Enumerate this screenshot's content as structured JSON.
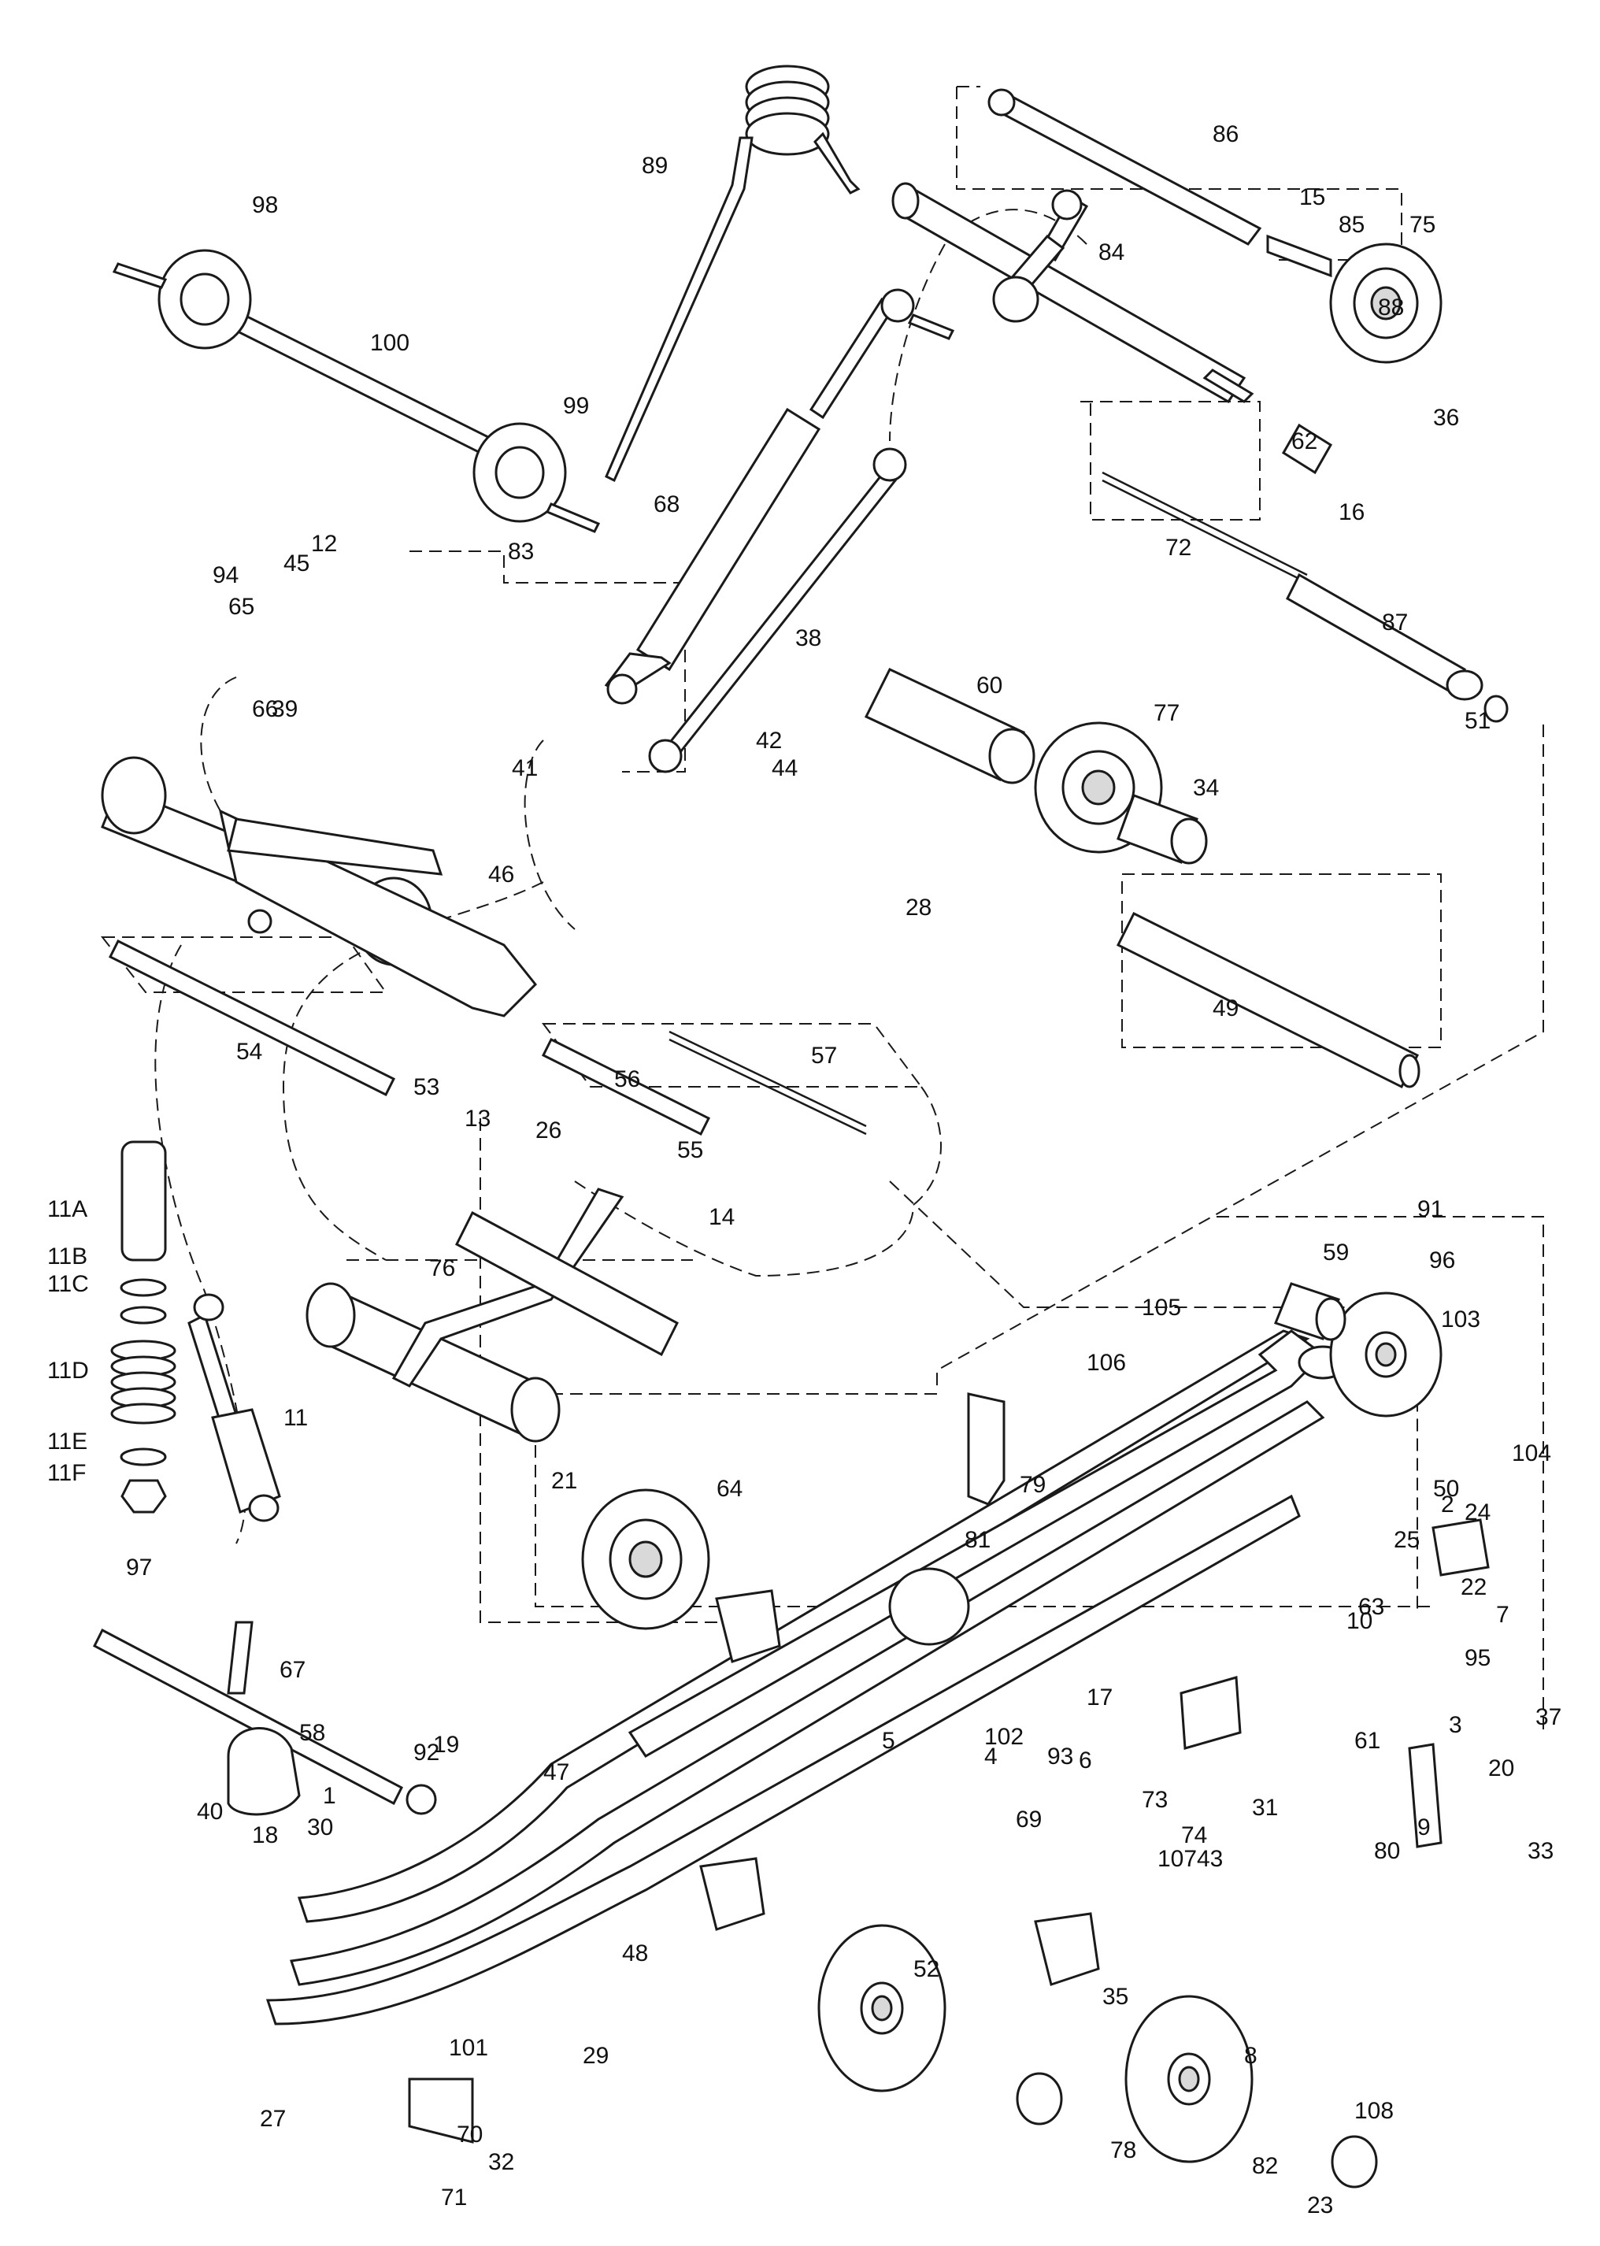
{
  "diagram": {
    "callouts": [
      "1",
      "2",
      "3",
      "4",
      "5",
      "6",
      "7",
      "8",
      "9",
      "10",
      "11",
      "11A",
      "11B",
      "11C",
      "11D",
      "11E",
      "11F",
      "12",
      "13",
      "14",
      "15",
      "16",
      "17",
      "18",
      "19",
      "20",
      "21",
      "22",
      "23",
      "24",
      "25",
      "26",
      "27",
      "28",
      "29",
      "30",
      "31",
      "32",
      "33",
      "34",
      "35",
      "36",
      "37",
      "38",
      "39",
      "40",
      "41",
      "42",
      "43",
      "44",
      "45",
      "46",
      "47",
      "48",
      "49",
      "50",
      "51",
      "52",
      "53",
      "54",
      "55",
      "56",
      "57",
      "58",
      "59",
      "60",
      "61",
      "62",
      "63",
      "64",
      "65",
      "66",
      "67",
      "68",
      "69",
      "70",
      "71",
      "72",
      "73",
      "74",
      "75",
      "76",
      "77",
      "78",
      "79",
      "80",
      "81",
      "82",
      "83",
      "84",
      "85",
      "86",
      "87",
      "88",
      "89",
      "91",
      "92",
      "93",
      "94",
      "95",
      "96",
      "97",
      "98",
      "99",
      "100",
      "101",
      "102",
      "103",
      "104",
      "105",
      "106",
      "107",
      "108"
    ]
  },
  "colors": {
    "line": "#1a1a1a",
    "paper": "#ffffff",
    "shade": "#d9d9d9"
  }
}
